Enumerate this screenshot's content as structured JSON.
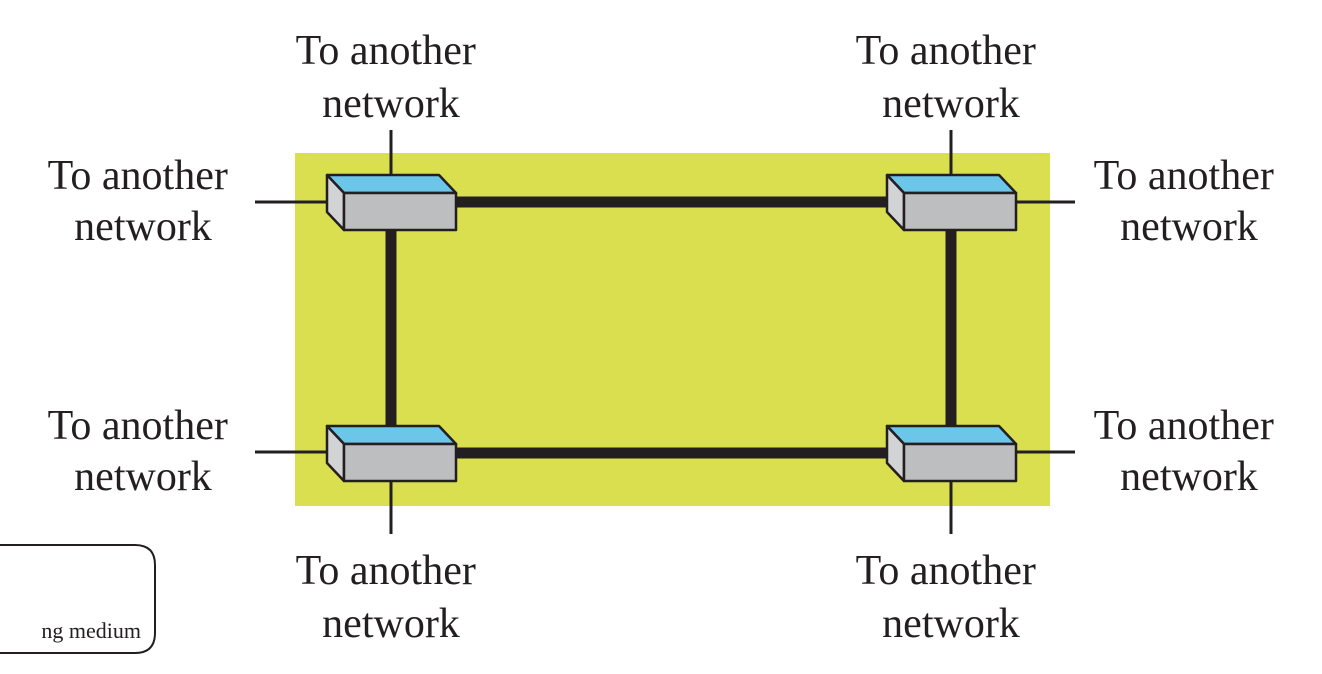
{
  "diagram": {
    "labels": {
      "top_left": [
        "To another",
        "network"
      ],
      "top_right": [
        "To another",
        "network"
      ],
      "left_upper": [
        "To another",
        "network"
      ],
      "right_upper": [
        "To another",
        "network"
      ],
      "left_lower": [
        "To another",
        "network"
      ],
      "right_lower": [
        "To another",
        "network"
      ],
      "bottom_left": [
        "To another",
        "network"
      ],
      "bottom_right": [
        "To another",
        "network"
      ]
    },
    "legend": {
      "text": "ng medium"
    },
    "colors": {
      "region": "#d9df4f",
      "node_top": "#6cc6ea",
      "node_front": "#bcbec0",
      "node_side": "#d1d3d4",
      "link": "#231f20"
    }
  }
}
